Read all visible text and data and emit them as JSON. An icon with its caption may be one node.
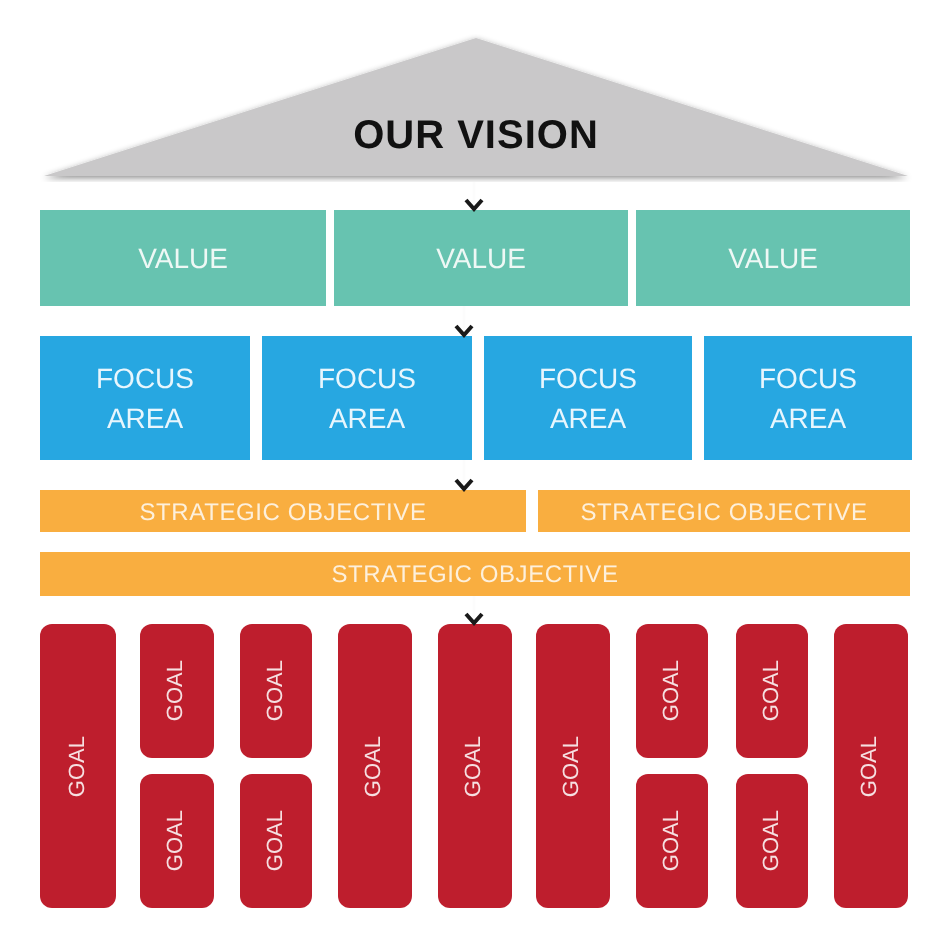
{
  "diagram": {
    "nodes": [
      {
        "text": [
          "OUR VISION"
        ]
      },
      {
        "text": [
          "VALUE"
        ]
      },
      {
        "text": [
          "VALUE"
        ]
      },
      {
        "text": [
          "VALUE"
        ]
      },
      {
        "text": [
          "FOCUS AREA"
        ]
      },
      {
        "text": [
          "FOCUS AREA"
        ]
      },
      {
        "text": [
          "FOCUS AREA"
        ]
      },
      {
        "text": [
          "FOCUS AREA"
        ]
      },
      {
        "text": [
          "STRATEGIC OBJECTIVE"
        ]
      },
      {
        "text": [
          "STRATEGIC OBJECTIVE"
        ]
      },
      {
        "text": [
          "STRATEGIC OBJECTIVE"
        ]
      },
      {
        "text": [
          "GOAL"
        ]
      },
      {
        "text": [
          "GOAL"
        ]
      },
      {
        "text": [
          "GOAL"
        ]
      },
      {
        "text": [
          "GOAL"
        ]
      },
      {
        "text": [
          "GOAL"
        ]
      },
      {
        "text": [
          "GOAL"
        ]
      },
      {
        "text": [
          "GOAL"
        ]
      },
      {
        "text": [
          "GOAL"
        ]
      },
      {
        "text": [
          "GOAL"
        ]
      },
      {
        "text": [
          "GOAL"
        ]
      },
      {
        "text": [
          "GOAL"
        ]
      },
      {
        "text": [
          "GOAL"
        ]
      },
      {
        "text": [
          "GOAL"
        ]
      }
    ],
    "edges": [
      {
        "from": 0,
        "to": 2,
        "arrow": "to"
      },
      {
        "from": 2,
        "to": 5,
        "arrow": "to"
      },
      {
        "from": 5,
        "to": 8,
        "arrow": "to"
      },
      {
        "from": 10,
        "to": 17,
        "arrow": "to"
      }
    ]
  }
}
